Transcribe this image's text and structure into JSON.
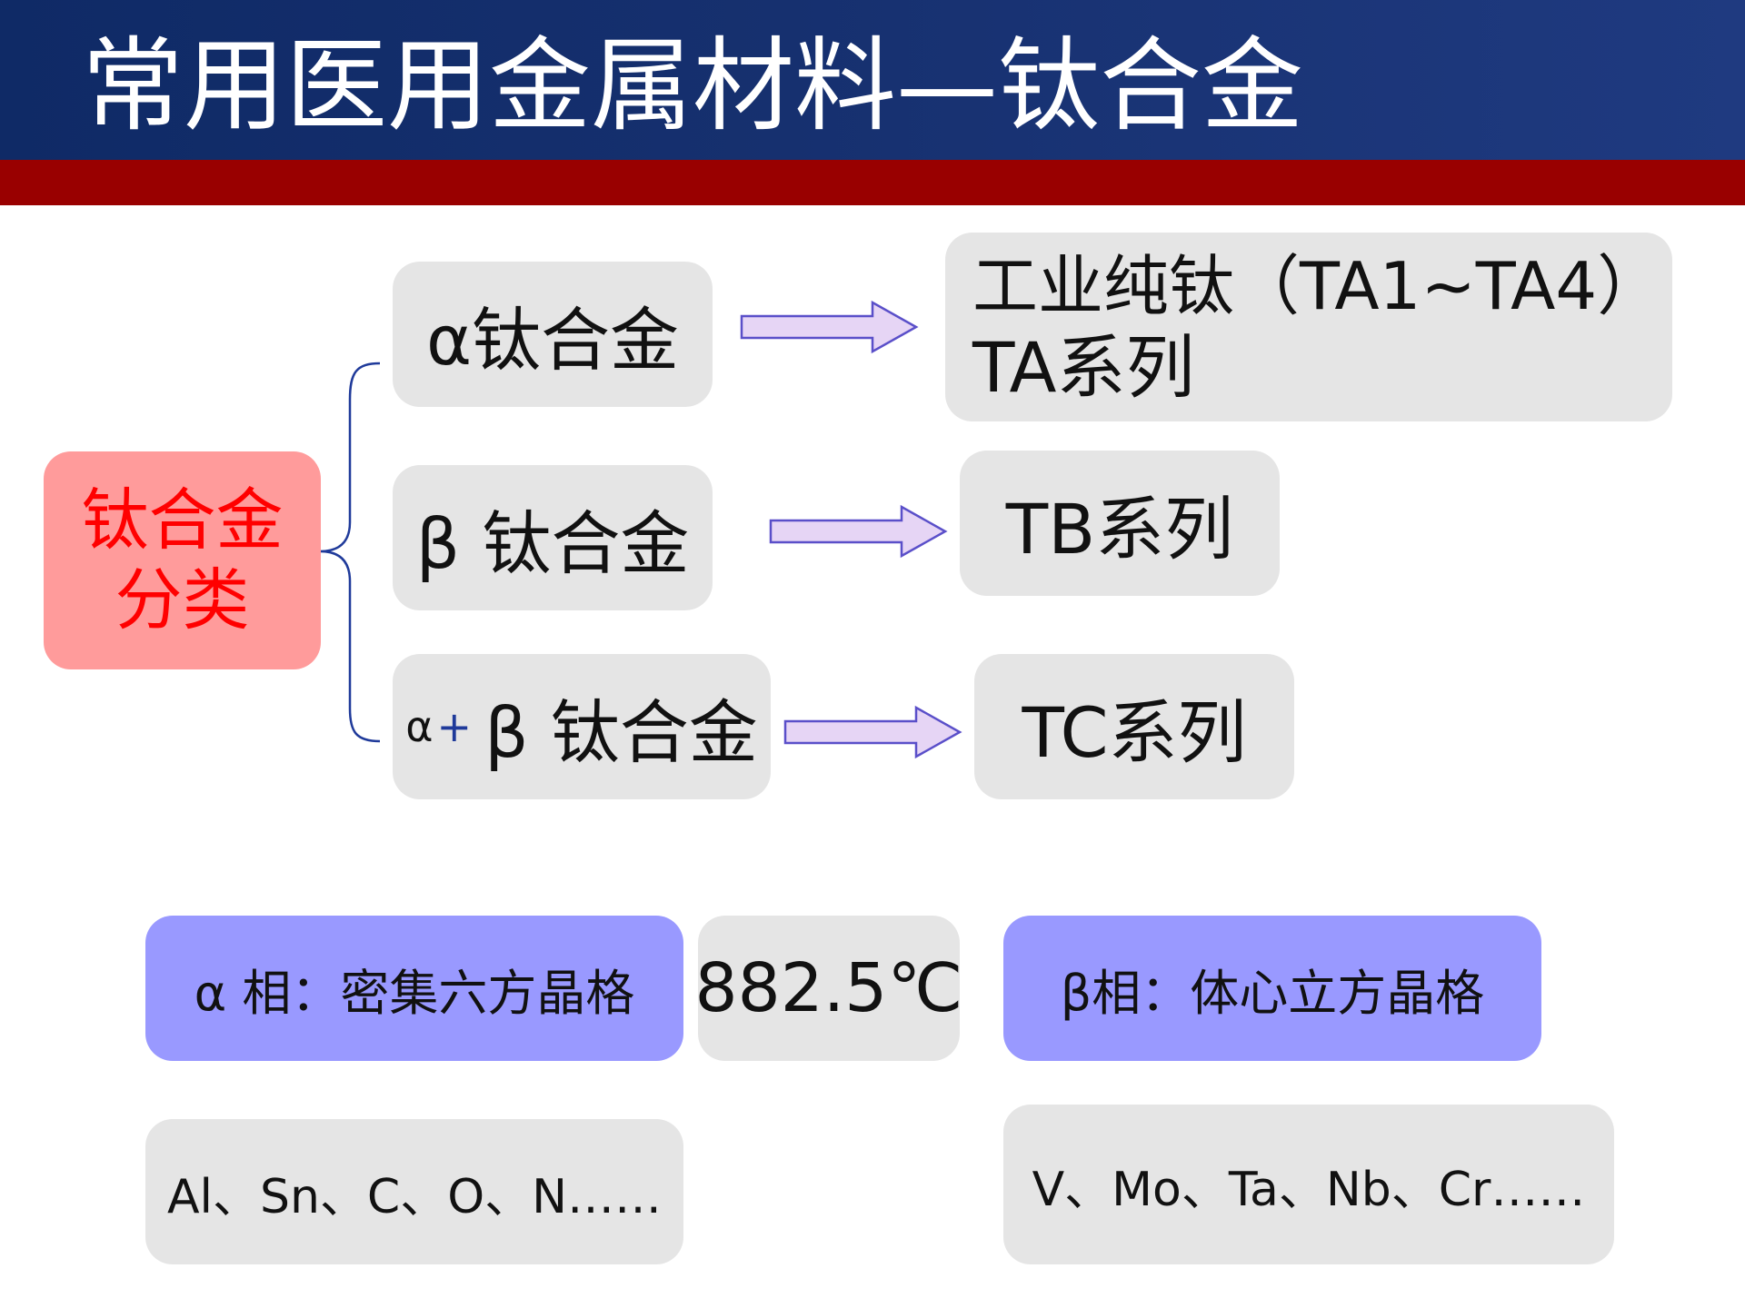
{
  "title": "常用医用金属材料—钛合金",
  "root": {
    "line1": "钛合金",
    "line2": "分类"
  },
  "categories": [
    {
      "label": "α钛合金"
    },
    {
      "label": "β 钛合金"
    },
    {
      "prefix_alpha": "α",
      "prefix_plus": "+",
      "label": "β 钛合金"
    }
  ],
  "results": [
    {
      "line1": "工业纯钛（TA1~TA4）",
      "line2": "TA系列"
    },
    {
      "label": "TB系列"
    },
    {
      "label": "TC系列"
    }
  ],
  "phases": {
    "alpha": "α 相：密集六方晶格",
    "temperature": "882.5℃",
    "beta": "β相：体心立方晶格"
  },
  "elements": {
    "alpha": "Al、Sn、C、O、N……",
    "beta": "V、Mo、Ta、Nb、Cr……"
  },
  "colors": {
    "title_bg": "#16306f",
    "band": "#990000",
    "root_bg": "#ff9b9b",
    "root_text": "#ff0000",
    "box_bg": "#e5e5e5",
    "phase_bg": "#9999ff",
    "arrow_fill": "#e6d5f5",
    "arrow_stroke": "#5a4fc9",
    "brace": "#1f3a9a"
  }
}
